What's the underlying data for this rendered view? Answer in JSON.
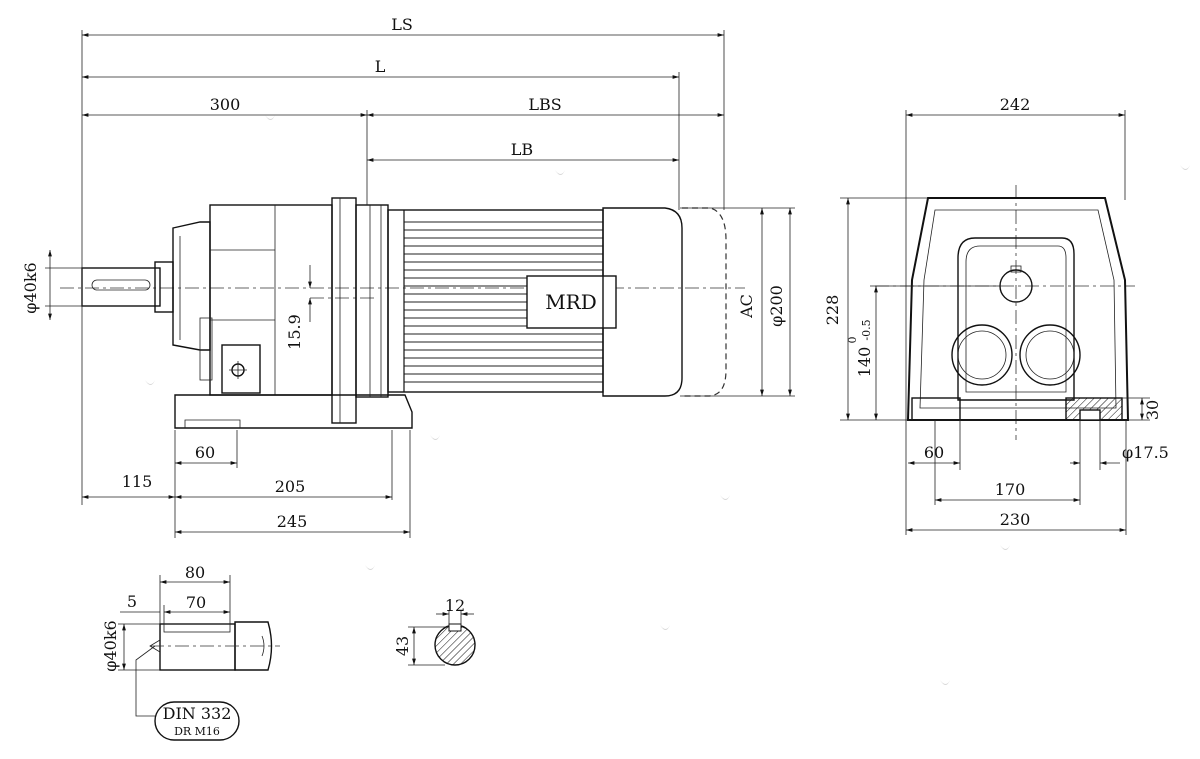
{
  "motor_label": "MRD",
  "side_view": {
    "dim_LS": "LS",
    "dim_L": "L",
    "dim_300": "300",
    "dim_LBS": "LBS",
    "dim_LB": "LB",
    "dim_shaft": "φ40k6",
    "dim_15_9": "15.9",
    "dim_AC": "AC",
    "dim_phi200": "φ200",
    "dim_60": "60",
    "dim_115": "115",
    "dim_205": "205",
    "dim_245": "245"
  },
  "end_view": {
    "dim_242": "242",
    "dim_228": "228",
    "dim_140": "140",
    "tol_upper": "0",
    "tol_lower": "-0.5",
    "dim_30": "30",
    "dim_60": "60",
    "dim_hole": "φ17.5",
    "dim_170": "170",
    "dim_230": "230"
  },
  "shaft_detail": {
    "dim_80": "80",
    "dim_5": "5",
    "dim_70": "70",
    "dim_shaft": "φ40k6",
    "callout_line1": "DIN 332",
    "callout_line2": "DR M16"
  },
  "key_section": {
    "dim_12": "12",
    "dim_43": "43"
  }
}
